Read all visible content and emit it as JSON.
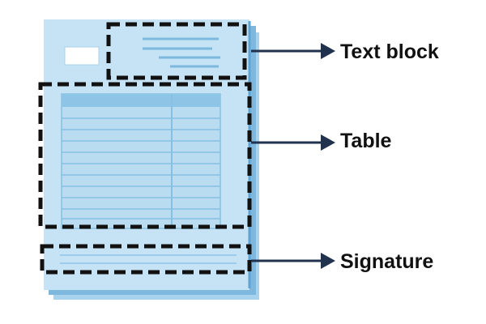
{
  "callouts": {
    "text_block": "Text block",
    "table": "Table",
    "signature": "Signature"
  },
  "icons": [
    "document-icon",
    "arrow-right-icon"
  ],
  "colors": {
    "page_fill": "#c5e3f4",
    "page_back": "#7fb8df",
    "table_fill": "#b9dcf1",
    "table_lines": "#88c0e2",
    "dashed_outline": "#111111",
    "arrow": "#20324e",
    "label_text": "#111111"
  }
}
